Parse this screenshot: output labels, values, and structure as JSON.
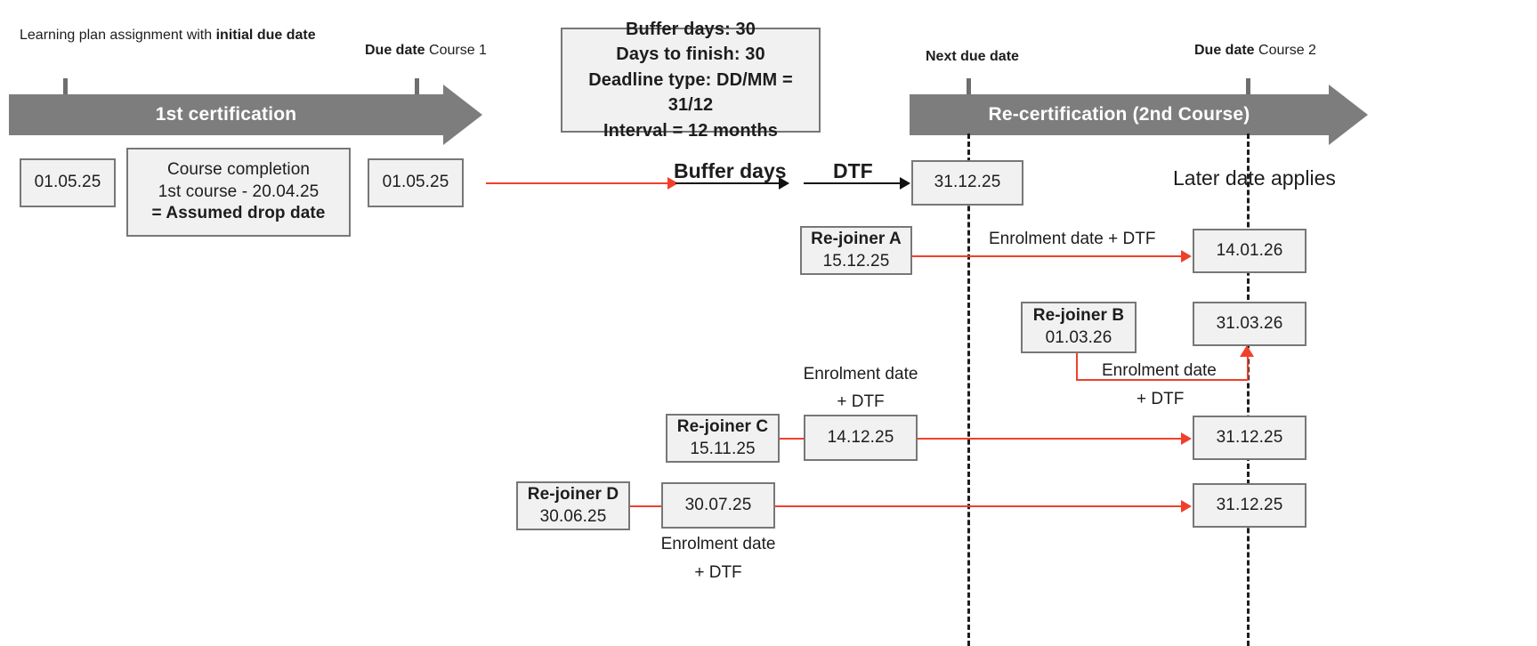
{
  "timelines": {
    "first": {
      "label": "1st certification",
      "tick_start_label_lines": [
        "Learning plan",
        "assignment with",
        "initial due date"
      ],
      "tick_end_label_lines": [
        "Due date",
        "Course 1"
      ]
    },
    "second": {
      "label": "Re-certification (2nd Course)",
      "tick_start_label": "Next due date",
      "tick_end_label_lines": [
        "Due date",
        "Course 2"
      ]
    }
  },
  "info_box": {
    "lines": [
      "Buffer days: 30",
      "Days to finish: 30",
      "Deadline type: DD/MM = 31/12",
      "Interval = 12 months"
    ]
  },
  "left_flow": {
    "initial_due_date": "01.05.25",
    "completion_box": {
      "line1": "Course completion",
      "line2": "1st course - 20.04.25",
      "line3": "= Assumed drop date"
    },
    "drop_date": "01.05.25",
    "arrow_buffer_label": "Buffer days",
    "arrow_dtf_label": "DTF",
    "next_due_date": "31.12.25"
  },
  "later_date_note": "Later date applies",
  "rejoiners": [
    {
      "name": "Re-joiner A",
      "date": "15.12.25",
      "connector_label_line1": "Enrolment date + DTF",
      "connector_label_line2": "",
      "result": "14.01.26"
    },
    {
      "name": "Re-joiner B",
      "date": "01.03.26",
      "connector_label_line1": "Enrolment date",
      "connector_label_line2": "+ DTF",
      "result": "31.03.26"
    },
    {
      "name": "Re-joiner C",
      "date": "15.11.25",
      "mid_box": "14.12.25",
      "connector_label_line1": "Enrolment date",
      "connector_label_line2": "+ DTF",
      "result": "31.12.25"
    },
    {
      "name": "Re-joiner D",
      "date": "30.06.25",
      "mid_box": "30.07.25",
      "connector_label_line1": "Enrolment date",
      "connector_label_line2": "+ DTF",
      "result": "31.12.25"
    }
  ],
  "colors": {
    "timeline_gray": "#7d7d7d",
    "box_fill": "#f1f1f1",
    "box_border": "#777777",
    "accent_red": "#f0402a",
    "text": "#1d1d1d"
  }
}
